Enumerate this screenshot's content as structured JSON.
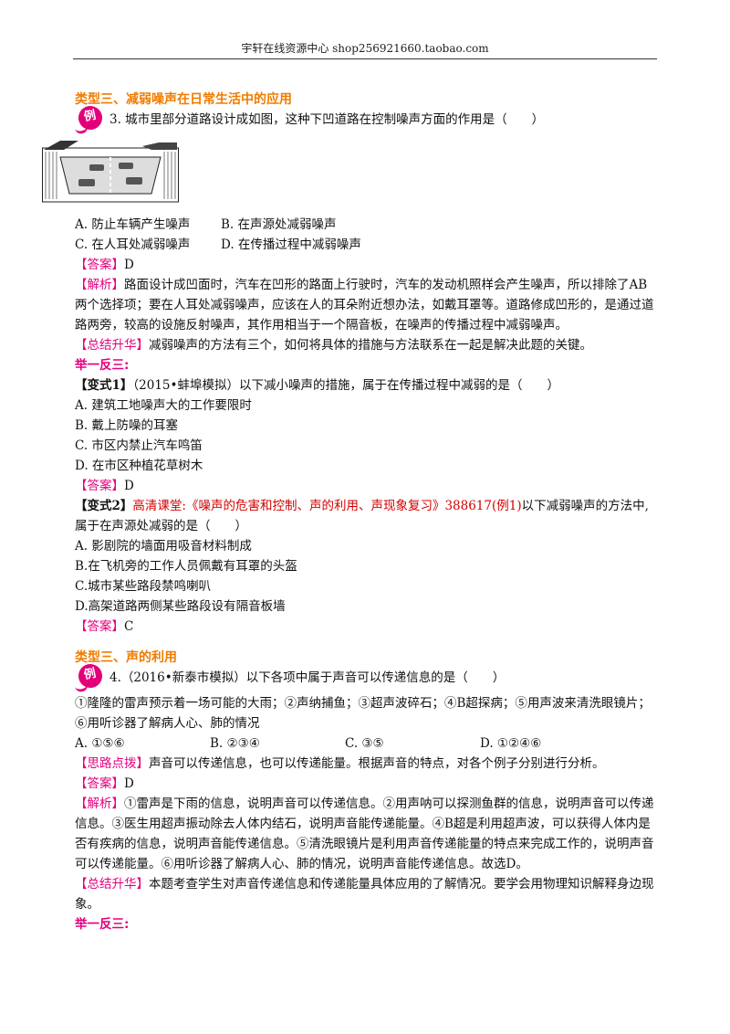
{
  "header": {
    "text": "宇轩在线资源中心   shop256921660.taobao.com"
  },
  "section1": {
    "title": "类型三、减弱噪声在日常生活中的应用",
    "badge": "例",
    "question": "3. 城市里部分道路设计成如图，这种下凹道路在控制噪声方面的作用是（　　）",
    "options": [
      "A. 防止车辆产生噪声",
      "B. 在声源处减弱噪声",
      "C. 在人耳处减弱噪声",
      "D. 在传播过程中减弱噪声"
    ],
    "answer_tag": "【答案】",
    "answer": "D",
    "analysis_tag": "【解析】",
    "analysis": "路面设计成凹面时，汽车在凹形的路面上行驶时，汽车的发动机照样会产生噪声，所以排除了AB两个选择项；要在人耳处减弱噪声，应该在人的耳朵附近想办法，如戴耳罩等。道路修成凹形的，是通过道路两旁，较高的设施反射噪声，其作用相当于一个隔音板，在噪声的传播过程中减弱噪声。",
    "summary_tag": "【总结升华】",
    "summary": "减弱噪声的方法有三个，如何将具体的措施与方法联系在一起是解决此题的关键。",
    "jyfs": "举一反三:",
    "variant1": {
      "tag": "【变式1】",
      "stem": "（2015•蚌埠模拟）以下减小噪声的措施，属于在传播过程中减弱的是（　　）",
      "options": [
        "A. 建筑工地噪声大的工作要限时",
        "B. 戴上防噪的耳塞",
        "C. 市区内禁止汽车鸣笛",
        "D. 在市区种植花草树木"
      ],
      "answer_tag": "【答案】",
      "answer": "D"
    },
    "variant2": {
      "tag": "【变式2】",
      "link": "高清课堂:《噪声的危害和控制、声的利用、声现象复习》388617(例1)",
      "stem_a": "以下减弱噪声的方法中,",
      "stem_b": "属于在声源处减弱的是（　　）",
      "options": [
        "A. 影剧院的墙面用吸音材料制成",
        "B.在飞机旁的工作人员佩戴有耳罩的头盔",
        "C.城市某些路段禁鸣喇叭",
        "D.高架道路两侧某些路段设有隔音板墙"
      ],
      "answer_tag": "【答案】",
      "answer": "C"
    }
  },
  "section2": {
    "title": "类型三、声的利用",
    "badge": "例",
    "question": "4.（2016•新泰市模拟）以下各项中属于声音可以传递信息的是（　　）",
    "items_a": "①隆隆的雷声预示着一场可能的大雨；②声纳捕鱼；③超声波碎石；④B超探病；⑤用声波来清洗眼镜片；",
    "items_b": "⑥用听诊器了解病人心、肺的情况",
    "options": [
      "A. ①⑤⑥",
      "B. ②③④",
      "C. ③⑤",
      "D. ①②④⑥"
    ],
    "hint_tag": "【思路点拨】",
    "hint": "声音可以传递信息，也可以传递能量。根据声音的特点，对各个例子分别进行分析。",
    "answer_tag": "【答案】",
    "answer": "D",
    "analysis_tag": "【解析】",
    "analysis": "①雷声是下雨的信息，说明声音可以传递信息。②用声呐可以探测鱼群的信息，说明声音可以传递信息。③医生用超声振动除去人体内结石，说明声音能传递能量。④B超是利用超声波，可以获得人体内是否有疾病的信息，说明声音能传递信息。⑤清洗眼镜片是利用声音传递能量的特点来完成工作的，说明声音可以传递能量。⑥用听诊器了解病人心、肺的情况，说明声音能传递信息。故选D。",
    "summary_tag": "【总结升华】",
    "summary": "本题考查学生对声音传递信息和传递能量具体应用的了解情况。要学会用物理知识解释身边现象。",
    "jyfs": "举一反三:"
  }
}
